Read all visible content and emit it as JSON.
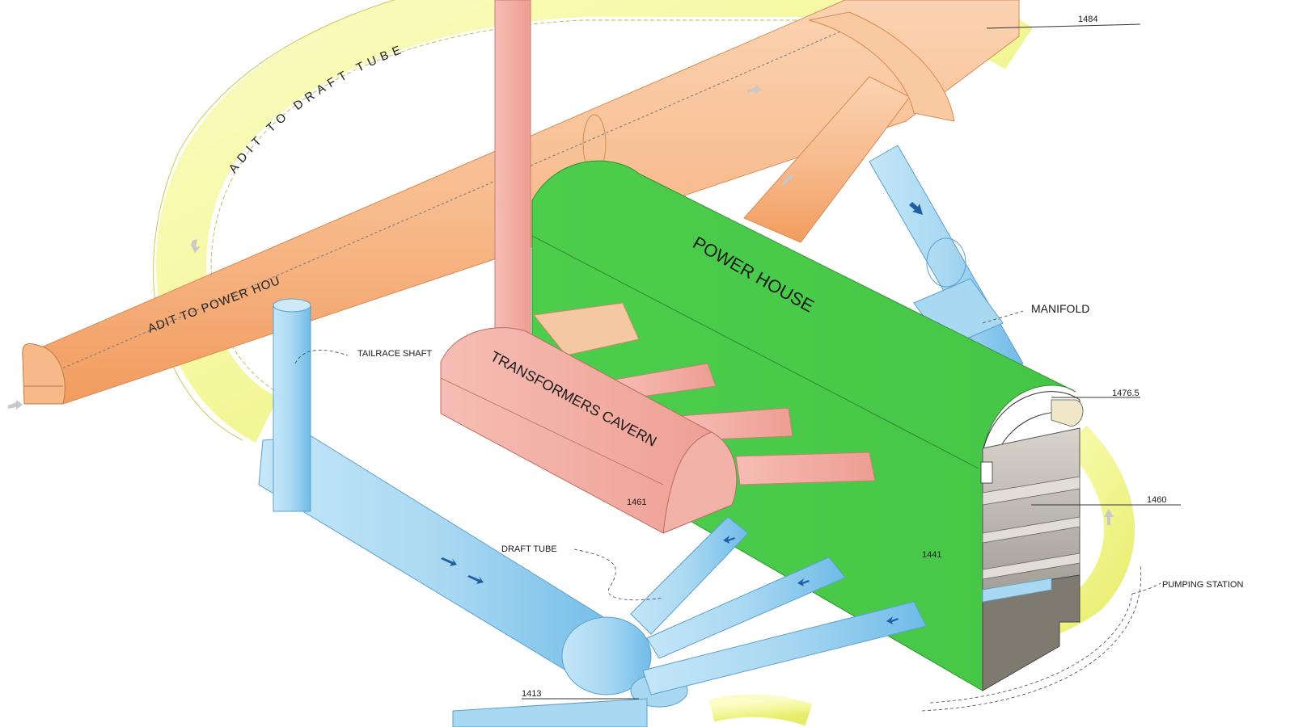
{
  "labels": {
    "adit_draft_tube": "ADIT TO DRAFT TUBE",
    "adit_power_house": "ADIT TO POWER HOUSE",
    "power_house": "POWER HOUSE",
    "transformers_cavern": "TRANSFORMERS CAVERN",
    "tailrace_shaft": "TAILRACE SHAFT",
    "manifold": "MANIFOLD",
    "draft_tube": "DRAFT TUBE",
    "pumping_station": "PUMPING STATION"
  },
  "elevations": {
    "e1484": "1484",
    "e1476_5": "1476.5",
    "e1460": "1460",
    "e1461": "1461",
    "e1441": "1441",
    "e1413": "1413"
  },
  "colors": {
    "adit_orange": "#f7b98a",
    "adit_yellow": "#f4f79a",
    "power_house_green": "#4ccd4c",
    "transformer_pink": "#f3aaa0",
    "water_blue": "#a9d8f2",
    "arrow_blue": "#1f5fa8"
  }
}
